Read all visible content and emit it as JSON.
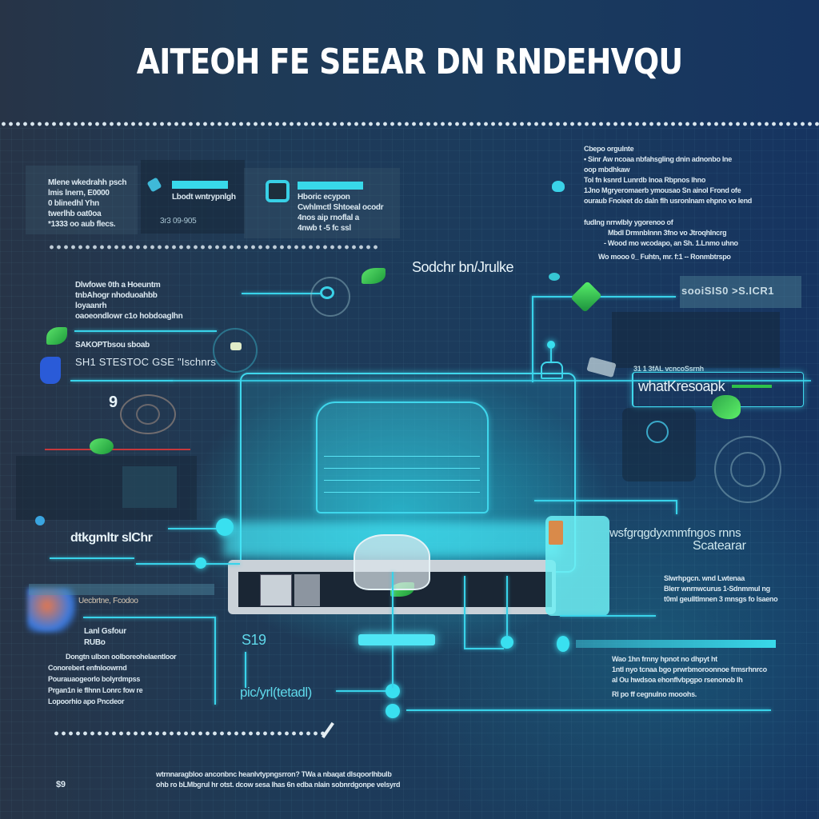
{
  "title": "AITEOH FE SEEAR DN RNDEHVQU",
  "top_left_panel": {
    "lines": [
      "Mlene wkedrahh psch",
      "lmis lnern, E0000",
      "0 blinedhl Yhn",
      "twerlhb oat0oa",
      "*1333 oo aub flecs."
    ]
  },
  "top_mid_panel": {
    "heading": "Lbodt wntrypnlgh",
    "sub": "3r3 09-905"
  },
  "top_right_panel": {
    "icon": "chat-bubble-icon",
    "lines": [
      "Hboric ecypon",
      "Cwhlmctl Shtoeal ocodr",
      "4nos aip rnoflal a",
      "4nwb t -5 fc ssl"
    ]
  },
  "right_top_block": {
    "heading": "Cbepo orgulnte",
    "lines": [
      "• Sinr Aw ncoaa nbfahsgling dnin adnonbo lne",
      "oop mbdhkaw",
      "Tol fn ksnrd Lunrdb lnoa         Rbpnos lhno",
      "1Jno Mgryeromaerb ymousao Sn ainol Frond ofe",
      "ouraub Fnoieet do daln flh usronlnam ehpno vo lend",
      "fudlng nrrwlbly ygorenoo of",
      "Mbdl Drmnblnnn    3fno vo Jtroqhlncrg",
      "- Wood mo wcodapo, an  Sh. 1.Lnmo uhno",
      "Wo mooo 0_ Fuhtn, mr. f:1 -- Ronmbtrspo"
    ]
  },
  "left_mid_block": {
    "lines": [
      "Dlwfowe 0th a Hoeuntm",
      "tnbAhogr nhoduoahbb",
      "loyaanrh",
      "oaoeondlowr c1o hobdoaglhn"
    ]
  },
  "left_mid_label": {
    "sub": "SAKOPTbsou sboab",
    "main": "SH1 STESTOC GSE \"Ischnrs"
  },
  "center_label": "Sodchr bn/Jrulke",
  "right_banner": "sooiSIS0 >S.ICR1",
  "right_label": {
    "sub": "31 1 3fAL vcncoSsrnh",
    "main": "whatKresoapk"
  },
  "left_lower_label": "dtkgmltr slChr",
  "right_lower_block": {
    "head1": "wsfgrqgdyxmmfngos rnns",
    "head2": "Scatearar",
    "lines": [
      "Slwrhpgcn. wnd Lwtenaa",
      "Blerr wnrnwcurus 1-Sdnmmul ng",
      "t0ml geulltlmnen 3 mnsgs fo lsaeno"
    ]
  },
  "left_bottom_block": {
    "heading": "Uecbrtne, Fcodoo",
    "sub1": "Lanl Gsfour",
    "sub2": "RUBo",
    "lines": [
      "Dongtn ulbon oolboreohelaentloor",
      "Conorebert enfnloowrnd",
      "Pourauaogeorlo bolyrdmpss",
      "Prgan1n ie flhnn Lonrc fow re",
      "Lopoorhio apo Pncdeor"
    ]
  },
  "center_bottom_label": "pic/yrl(tetadl)",
  "center_bottom_mark": "S19",
  "right_bottom_block": {
    "lines": [
      "Wao 1hn frnny hpnot no dhpyt ht",
      "1ntl nyo tcnaa bgo prwrbmoroonnoe frmsrhnrco",
      "al Ou hwdsoa ehonflvbpgpo rsenonob lh",
      "Rl po ff cegnulno mooohs."
    ]
  },
  "footer": {
    "page_mark": "$9",
    "lines": [
      "wtrnnaragbloo anconbnc heanlvtypngsrron? TWa a nbaqat dlsqoorlhbulb",
      "ohb ro bLMbgrul hr otst. dcow sesa lhas 6n edba nlain sobnrdgonpe velsyrd"
    ]
  },
  "colors": {
    "accent": "#39d3ea",
    "leaf_green": "#3fce4a",
    "background_left": "#273447",
    "background_right": "#163460",
    "title": "#ffffff"
  }
}
